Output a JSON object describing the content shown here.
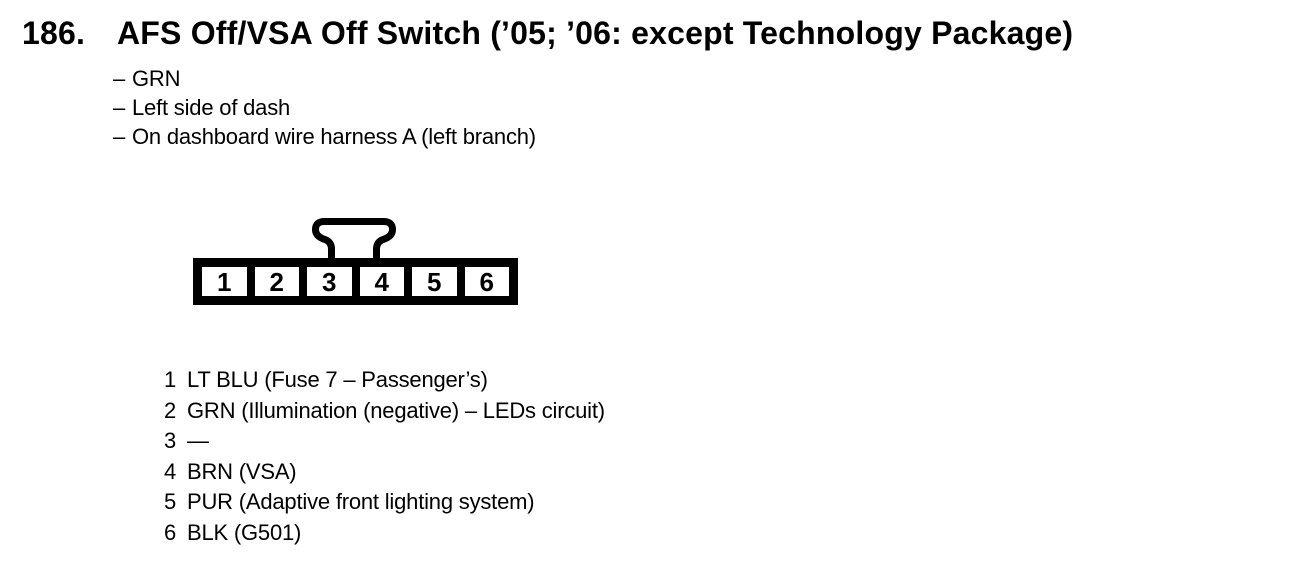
{
  "document": {
    "background": "#ffffff",
    "ink": "#000000"
  },
  "heading": {
    "index": "186.",
    "title": "AFS Off/VSA Off Switch (’05; ’06: except Technology Package)"
  },
  "notes": {
    "dash": "–",
    "items": [
      "GRN",
      "Left side of dash",
      "On dashboard wire harness A (left branch)"
    ]
  },
  "connector": {
    "description": "6-cavity connector, female, lock tab on top between cavities 3 and 4",
    "cavities": [
      "1",
      "2",
      "3",
      "4",
      "5",
      "6"
    ]
  },
  "pinout": {
    "rows": [
      {
        "pin": "1",
        "wire": "LT BLU (Fuse 7 – Passenger’s)"
      },
      {
        "pin": "2",
        "wire": "GRN (Illumination (negative) – LEDs circuit)"
      },
      {
        "pin": "3",
        "wire": "—"
      },
      {
        "pin": "4",
        "wire": "BRN (VSA)"
      },
      {
        "pin": "5",
        "wire": "PUR (Adaptive front lighting system)"
      },
      {
        "pin": "6",
        "wire": "BLK (G501)"
      }
    ]
  }
}
